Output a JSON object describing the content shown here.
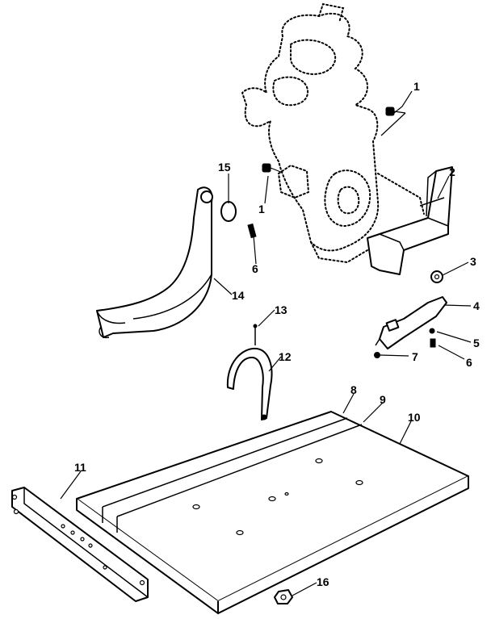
{
  "callouts": [
    "1",
    "1",
    "2",
    "3",
    "4",
    "5",
    "6",
    "6",
    "7",
    "8",
    "9",
    "10",
    "11",
    "12",
    "13",
    "14",
    "15",
    "16"
  ]
}
